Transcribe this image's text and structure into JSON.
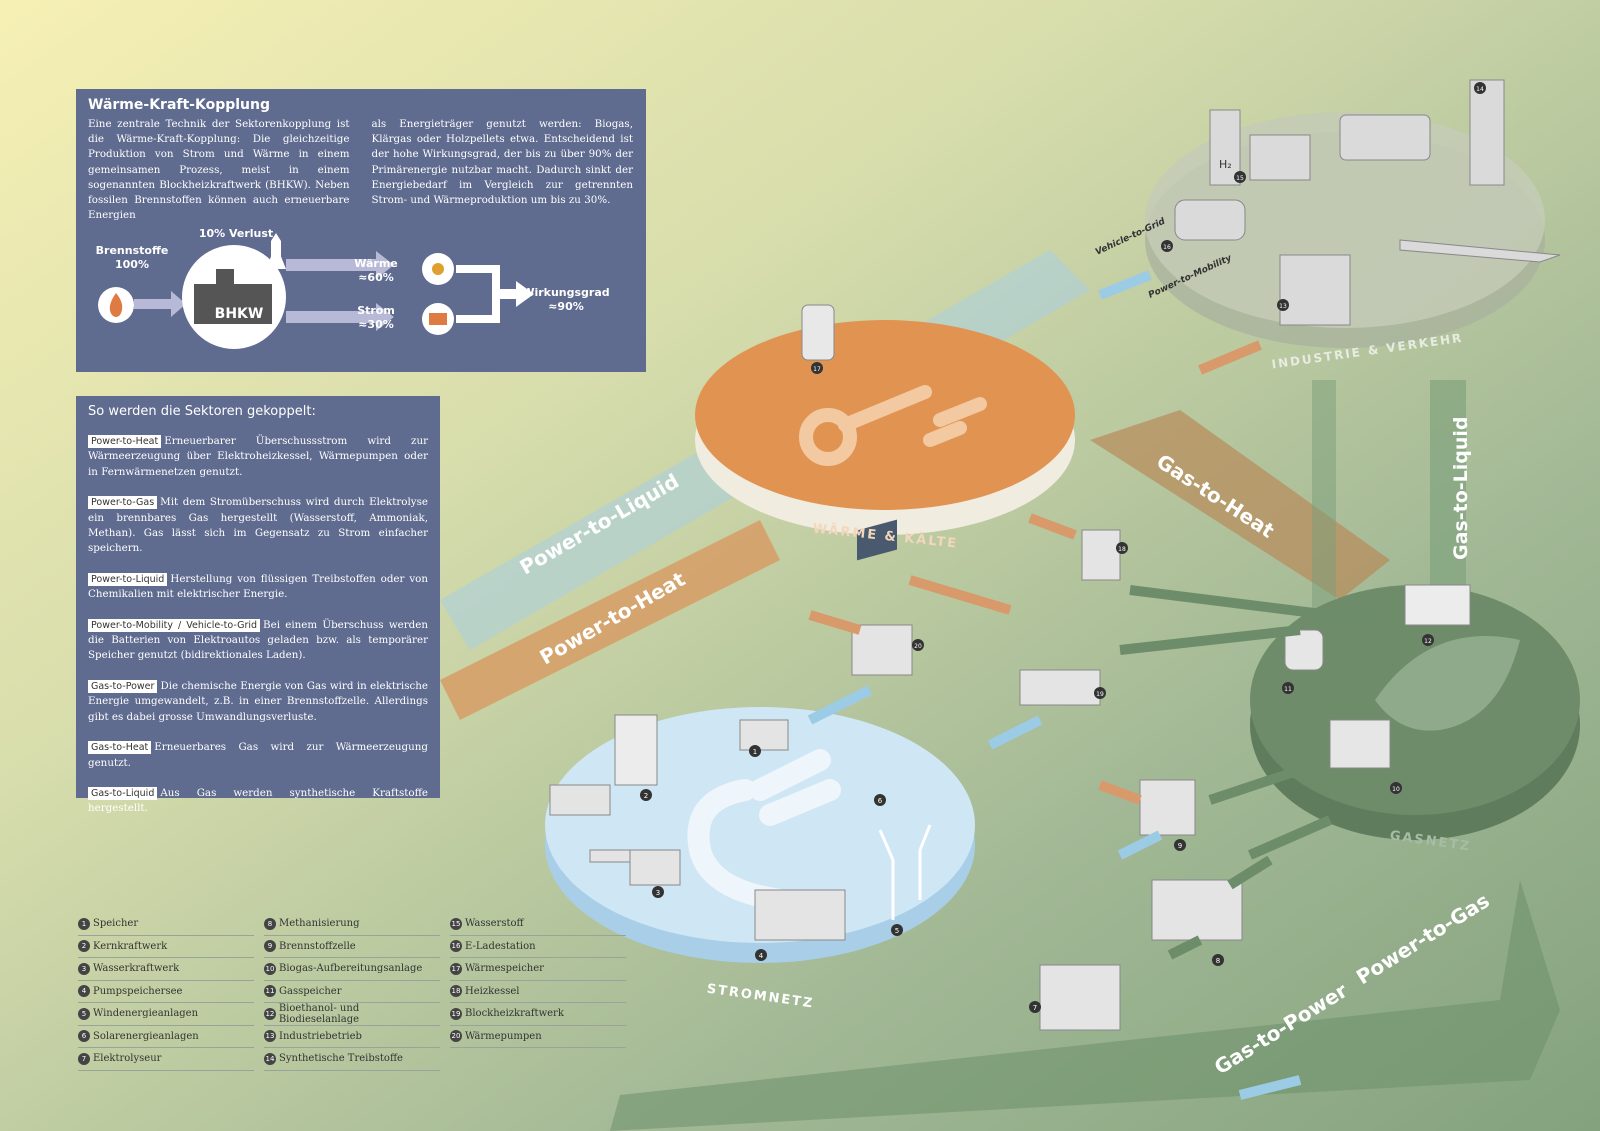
{
  "kopplung": {
    "title": "Wärme-Kraft-Kopplung",
    "col1": "Eine zentrale Technik der Sektorenkopplung ist die Wärme-Kraft-Kopplung: Die gleichzeitige Produktion von Strom und Wärme in einem gemeinsamen Prozess, meist in einem sogenannten Blockheizkraftwerk (BHKW). Neben fossilen Brennstoffen können auch erneuerbare Energien",
    "col2": "als Energieträger genutzt werden: Biogas, Klärgas oder Holzpellets etwa. Entscheidend ist der hohe Wirkungsgrad, der bis zu über 90% der Primärenergie nutzbar macht. Dadurch sinkt der Energiebedarf im Vergleich zur getrennten Strom- und Wärmeproduktion um bis zu 30%.",
    "diagram": {
      "brennstoffe": "Brennstoffe",
      "brennstoffe_pct": "100%",
      "verlust": "10% Verlust",
      "bhkw": "BHKW",
      "waerme": "Wärme",
      "waerme_pct": "≈60%",
      "strom": "Strom",
      "strom_pct": "≈30%",
      "wirkungsgrad": "Wirkungsgrad",
      "wirkungsgrad_pct": "≈90%"
    }
  },
  "sektoren": {
    "title": "So werden die Sektoren gekoppelt:",
    "items": [
      {
        "tag": "Power-to-Heat",
        "text": "Erneuerbarer Überschussstrom wird zur Wärmeerzeugung über Elektroheizkessel, Wärmepumpen oder in Fernwärmenetzen genutzt."
      },
      {
        "tag": "Power-to-Gas",
        "text": "Mit dem Stromüberschuss wird durch Elektrolyse ein brennbares Gas hergestellt (Wasserstoff, Ammoniak, Methan). Gas lässt sich im Gegensatz zu Strom einfacher speichern."
      },
      {
        "tag": "Power-to-Liquid",
        "text": "Herstellung von flüssigen Treibstoffen oder von Chemikalien mit elektrischer Energie."
      },
      {
        "tag": "Power-to-Mobility / Vehicle-to-Grid",
        "text": "Bei einem Überschuss werden die Batterien von Elektroautos geladen bzw. als temporärer Speicher genutzt (bidirektionales Laden)."
      },
      {
        "tag": "Gas-to-Power",
        "text": "Die chemische Energie von Gas wird in elektrische Energie umgewandelt, z.B. in einer Brennstoffzelle. Allerdings gibt es dabei grosse Umwandlungsverluste."
      },
      {
        "tag": "Gas-to-Heat",
        "text": "Erneuerbares Gas wird zur Wärmeerzeugung genutzt."
      },
      {
        "tag": "Gas-to-Liquid",
        "text": "Aus Gas werden synthetische Kraftstoffe hergestellt."
      }
    ]
  },
  "legend": {
    "col1": [
      {
        "n": "1",
        "label": "Speicher"
      },
      {
        "n": "2",
        "label": "Kernkraftwerk"
      },
      {
        "n": "3",
        "label": "Wasserkraftwerk"
      },
      {
        "n": "4",
        "label": "Pumpspeichersee"
      },
      {
        "n": "5",
        "label": "Windenergieanlagen"
      },
      {
        "n": "6",
        "label": "Solarenergieanlagen"
      },
      {
        "n": "7",
        "label": "Elektrolyseur"
      }
    ],
    "col2": [
      {
        "n": "8",
        "label": "Methanisierung"
      },
      {
        "n": "9",
        "label": "Brennstoffzelle"
      },
      {
        "n": "10",
        "label": "Biogas-Aufbereitungsanlage"
      },
      {
        "n": "11",
        "label": "Gasspeicher"
      },
      {
        "n": "12",
        "label": "Bioethanol- und Biodieselanlage"
      },
      {
        "n": "13",
        "label": "Industriebetrieb"
      },
      {
        "n": "14",
        "label": "Synthetische Treibstoffe"
      }
    ],
    "col3": [
      {
        "n": "15",
        "label": "Wasserstoff"
      },
      {
        "n": "16",
        "label": "E-Ladestation"
      },
      {
        "n": "17",
        "label": "Wärmespeicher"
      },
      {
        "n": "18",
        "label": "Heizkessel"
      },
      {
        "n": "19",
        "label": "Blockheizkraftwerk"
      },
      {
        "n": "20",
        "label": "Wärmepumpen"
      }
    ]
  },
  "sectors": {
    "strom": "STROMNETZ",
    "waerme": "WÄRME & KÄLTE",
    "industrie": "INDUSTRIE & VERKEHR",
    "gas": "GASNETZ"
  },
  "flows": {
    "power_to_liquid": "Power-to-Liquid",
    "power_to_heat": "Power-to-Heat",
    "gas_to_heat": "Gas-to-Heat",
    "gas_to_liquid": "Gas-to-Liquid",
    "gas_to_power": "Gas-to-Power",
    "power_to_gas": "Power-to-Gas",
    "vehicle_to_grid": "Vehicle-to-Grid",
    "power_to_mobility": "Power-to-Mobility"
  },
  "markers": {
    "m1": "1",
    "m2": "2",
    "m3": "3",
    "m4": "4",
    "m5": "5",
    "m6": "6",
    "m7": "7",
    "m8": "8",
    "m9": "9",
    "m10": "10",
    "m11": "11",
    "m12": "12",
    "m13": "13",
    "m14": "14",
    "m15": "15",
    "m16": "16",
    "m17": "17",
    "m18": "18",
    "m19": "19",
    "m20": "20"
  },
  "icons": {
    "h2": "H₂"
  },
  "colors": {
    "panel": "#5f6b8f",
    "orange": "#e09550",
    "blue_disc": "#bcdcf0",
    "gas_disc": "#6f8c6a",
    "industry_disc": "#b8c0ab"
  }
}
